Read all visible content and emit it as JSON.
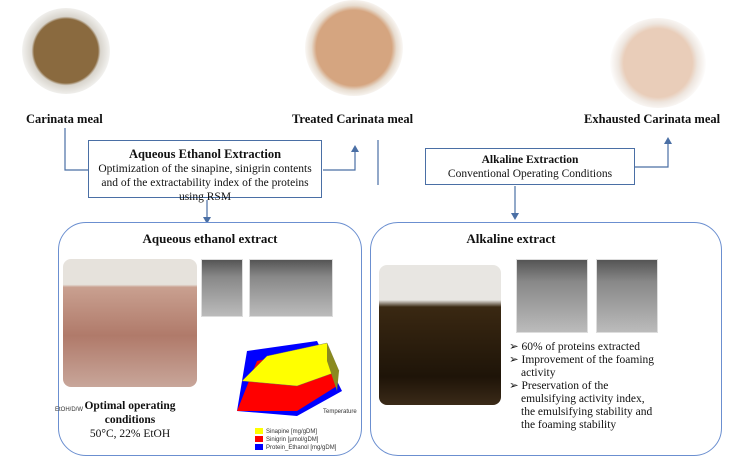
{
  "samples": [
    "Carinata meal",
    "Treated Carinata meal",
    "Exhausted Carinata meal"
  ],
  "process1": {
    "title": "Aqueous Ethanol Extraction",
    "desc": "Optimization of the sinapine, sinigrin contents and of the extractability index of the proteins using RSM"
  },
  "process2": {
    "title": "Alkaline Extraction",
    "desc": "Conventional Operating Conditions"
  },
  "left_panel": {
    "title": "Aqueous ethanol extract",
    "cond_title": "Optimal operating conditions",
    "cond_value": "50°C, 22% EtOH"
  },
  "right_panel": {
    "title": "Alkaline extract",
    "bullets": [
      "60% of proteins extracted",
      "Improvement of the foaming activity",
      "Preservation of the emulsifying activity index, the emulsifying stability and the foaming stability"
    ]
  },
  "surface_plot": {
    "x_axis": "EtOH/D/W",
    "y_axis": "Temperature",
    "legend": [
      {
        "name": "Sinapine [mg/gDM]",
        "color": "#ffff00"
      },
      {
        "name": "Sinigrin [µmol/gDM]",
        "color": "#ff0000"
      },
      {
        "name": "Protein_Ethanol [mg/gDM]",
        "color": "#0000ff"
      }
    ]
  },
  "colors": {
    "line": "#4a6fa5",
    "panel_border": "#6b8fd0"
  }
}
